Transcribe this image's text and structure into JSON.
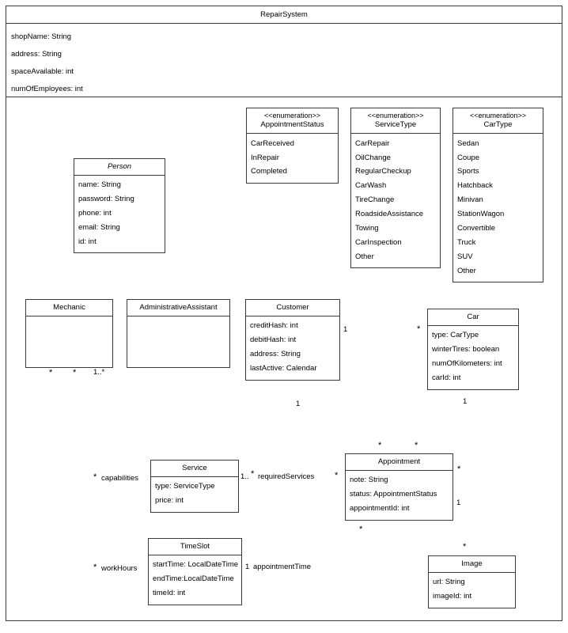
{
  "diagram": {
    "kind": "uml-class-diagram",
    "stroke_color": "#3a3a3a",
    "background": "#ffffff"
  },
  "system": {
    "name": "RepairSystem",
    "attributes": [
      "shopName: String",
      "address: String",
      "spaceAvailable: int",
      "numOfEmployees: int"
    ]
  },
  "enumerations": [
    {
      "stereotype": "<<enumeration>>",
      "name": "AppointmentStatus",
      "literals": [
        "CarReceived",
        "InRepair",
        "Completed"
      ]
    },
    {
      "stereotype": "<<enumeration>>",
      "name": "ServiceType",
      "literals": [
        "CarRepair",
        "OilChange",
        "RegularCheckup",
        "CarWash",
        "TireChange",
        "RoadsideAssistance",
        "Towing",
        "CarInspection",
        "Other"
      ]
    },
    {
      "stereotype": "<<enumeration>>",
      "name": "CarType",
      "literals": [
        "Sedan",
        "Coupe",
        "Sports",
        "Hatchback",
        "Minivan",
        "StationWagon",
        "Convertible",
        "Truck",
        "SUV",
        "Other"
      ]
    }
  ],
  "classes": {
    "person": {
      "name": "Person",
      "abstract": true,
      "attributes": [
        "name: String",
        "password: String",
        "phone: int",
        "email: String",
        "id: int"
      ]
    },
    "mechanic": {
      "name": "Mechanic",
      "abstract": false,
      "attributes": []
    },
    "administrative_assistant": {
      "name": "AdministrativeAssistant",
      "abstract": false,
      "attributes": []
    },
    "customer": {
      "name": "Customer",
      "abstract": false,
      "attributes": [
        "creditHash: int",
        "debitHash: int",
        "address: String",
        "lastActive: Calendar"
      ]
    },
    "car": {
      "name": "Car",
      "abstract": false,
      "attributes": [
        "type: CarType",
        "winterTires: boolean",
        "numOfKilometers: int",
        "carId: int"
      ]
    },
    "service": {
      "name": "Service",
      "abstract": false,
      "attributes": [
        "type: ServiceType",
        "price: int"
      ]
    },
    "appointment": {
      "name": "Appointment",
      "abstract": false,
      "attributes": [
        "note: String",
        "status: AppointmentStatus",
        "appointmentId: int"
      ]
    },
    "timeslot": {
      "name": "TimeSlot",
      "abstract": false,
      "attributes": [
        "startTime: LocalDateTime",
        "endTime:LocalDateTime",
        "timeId: int"
      ]
    },
    "image": {
      "name": "Image",
      "abstract": false,
      "attributes": [
        "url: String",
        "imageId: int"
      ]
    }
  },
  "edge_labels": {
    "customer_car_from": "1",
    "customer_car_to": "*",
    "customer_appointment_from": "1",
    "customer_appointment_to": "*",
    "car_appointment_from": "1",
    "car_appointment_to": "*",
    "mechanic_timeslot_mult": "*",
    "mechanic_timeslot_role": "workHours",
    "mechanic_service_mult": "*",
    "mechanic_service_role": "capabilities",
    "mechanic_appointment_mult": "1..*",
    "mechanic_appointment_to": "*",
    "service_appointment_from": "1..",
    "service_appointment_from_star": "*",
    "service_appointment_role": "requiredServices",
    "service_appointment_to": "*",
    "timeslot_appointment_from": "1",
    "timeslot_appointment_role": "appointmentTime",
    "timeslot_appointment_to": "*",
    "appointment_image_from": "1",
    "appointment_image_to": "*"
  }
}
